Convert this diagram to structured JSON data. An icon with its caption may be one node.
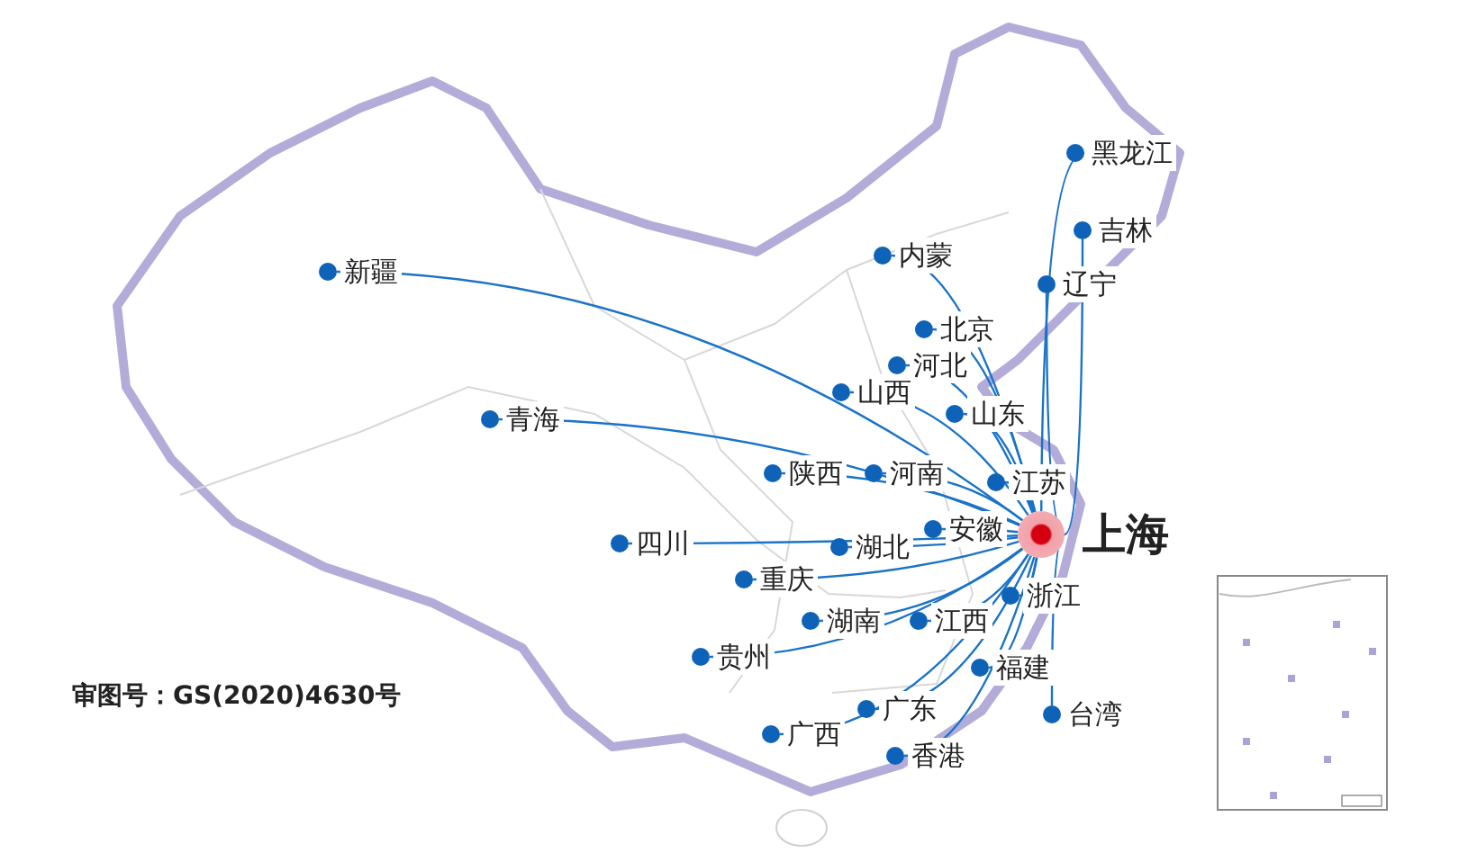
{
  "diagram": {
    "nodes": [
      {
        "text": [],
        "shape": "circle",
        "beside": [
          "上海"
        ]
      },
      {
        "text": [],
        "shape": "circle",
        "beside": [
          "黑龙江"
        ]
      },
      {
        "text": [],
        "shape": "circle",
        "beside": [
          "吉林"
        ]
      },
      {
        "text": [],
        "shape": "circle",
        "beside": [
          "内蒙"
        ]
      },
      {
        "text": [],
        "shape": "circle",
        "beside": [
          "辽宁"
        ]
      },
      {
        "text": [],
        "shape": "circle",
        "beside": [
          "新疆"
        ]
      },
      {
        "text": [],
        "shape": "circle",
        "beside": [
          "北京"
        ]
      },
      {
        "text": [],
        "shape": "circle",
        "beside": [
          "河北"
        ]
      },
      {
        "text": [],
        "shape": "circle",
        "beside": [
          "山西"
        ]
      },
      {
        "text": [],
        "shape": "circle",
        "beside": [
          "山东"
        ]
      },
      {
        "text": [],
        "shape": "circle",
        "beside": [
          "青海"
        ]
      },
      {
        "text": [],
        "shape": "circle",
        "beside": [
          "陕西"
        ]
      },
      {
        "text": [],
        "shape": "circle",
        "beside": [
          "河南"
        ]
      },
      {
        "text": [],
        "shape": "circle",
        "beside": [
          "江苏"
        ]
      },
      {
        "text": [],
        "shape": "circle",
        "beside": [
          "安徽"
        ]
      },
      {
        "text": [],
        "shape": "circle",
        "beside": [
          "四川"
        ]
      },
      {
        "text": [],
        "shape": "circle",
        "beside": [
          "湖北"
        ]
      },
      {
        "text": [],
        "shape": "circle",
        "beside": [
          "重庆"
        ]
      },
      {
        "text": [],
        "shape": "circle",
        "beside": [
          "浙江"
        ]
      },
      {
        "text": [],
        "shape": "circle",
        "beside": [
          "湖南"
        ]
      },
      {
        "text": [],
        "shape": "circle",
        "beside": [
          "江西"
        ]
      },
      {
        "text": [],
        "shape": "circle",
        "beside": [
          "贵州"
        ]
      },
      {
        "text": [],
        "shape": "circle",
        "beside": [
          "福建"
        ]
      },
      {
        "text": [],
        "shape": "circle",
        "beside": [
          "广东"
        ]
      },
      {
        "text": [],
        "shape": "circle",
        "beside": [
          "台湾"
        ]
      },
      {
        "text": [],
        "shape": "circle",
        "beside": [
          "广西"
        ]
      },
      {
        "text": [],
        "shape": "circle",
        "beside": [
          "香港"
        ]
      }
    ],
    "edges": [
      {
        "from": 0,
        "to": 1,
        "arrow": "none"
      },
      {
        "from": 0,
        "to": 2,
        "arrow": "none"
      },
      {
        "from": 0,
        "to": 3,
        "arrow": "none"
      },
      {
        "from": 0,
        "to": 4,
        "arrow": "none"
      },
      {
        "from": 0,
        "to": 5,
        "arrow": "none"
      },
      {
        "from": 0,
        "to": 6,
        "arrow": "none"
      },
      {
        "from": 0,
        "to": 7,
        "arrow": "none"
      },
      {
        "from": 0,
        "to": 8,
        "arrow": "none"
      },
      {
        "from": 0,
        "to": 9,
        "arrow": "none"
      },
      {
        "from": 0,
        "to": 10,
        "arrow": "none"
      },
      {
        "from": 0,
        "to": 11,
        "arrow": "none"
      },
      {
        "from": 0,
        "to": 12,
        "arrow": "none"
      },
      {
        "from": 0,
        "to": 13,
        "arrow": "none"
      },
      {
        "from": 0,
        "to": 14,
        "arrow": "none"
      },
      {
        "from": 0,
        "to": 15,
        "arrow": "none"
      },
      {
        "from": 0,
        "to": 16,
        "arrow": "none"
      },
      {
        "from": 0,
        "to": 17,
        "arrow": "none"
      },
      {
        "from": 0,
        "to": 18,
        "arrow": "none"
      },
      {
        "from": 0,
        "to": 19,
        "arrow": "none"
      },
      {
        "from": 0,
        "to": 20,
        "arrow": "none"
      },
      {
        "from": 0,
        "to": 21,
        "arrow": "none"
      },
      {
        "from": 0,
        "to": 22,
        "arrow": "none"
      },
      {
        "from": 0,
        "to": 23,
        "arrow": "none"
      },
      {
        "from": 0,
        "to": 24,
        "arrow": "none"
      },
      {
        "from": 0,
        "to": 25,
        "arrow": "none"
      },
      {
        "from": 0,
        "to": 26,
        "arrow": "none"
      }
    ],
    "labels": [
      "审图号：GS(2020)4630号"
    ]
  }
}
